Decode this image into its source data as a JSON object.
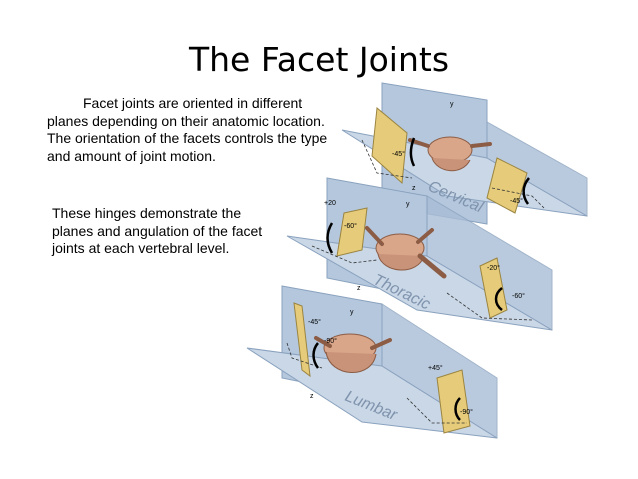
{
  "slide": {
    "title": "The Facet Joints",
    "para1": "Facet joints are oriented in different planes depending on their anatomic location. The orientation of the facets controls the type and amount of joint motion.",
    "para2": "These hinges demonstrate the planes and angulation of the facet joints at each vertebral level."
  },
  "figure": {
    "cervical": {
      "label": "Cervical",
      "angle_left": "-45°",
      "angle_right": "-45°",
      "axis_y": "y",
      "axis_z": "z"
    },
    "thoracic": {
      "label": "Thoracic",
      "angle_top": "+20",
      "angle_a": "-60°",
      "angle_b": "-20°",
      "angle_c": "-60°",
      "axis_y": "y",
      "axis_z": "z"
    },
    "lumbar": {
      "label": "Lumbar",
      "angle_a": "-45°",
      "angle_b": "-90°",
      "angle_c": "+45°",
      "angle_d": "-90°",
      "axis_y": "y",
      "axis_z": "z"
    }
  },
  "colors": {
    "plane": "#b4c7dd",
    "plane_edge": "#8aa2be",
    "facet": "#e6cc7a",
    "bone": "#d9a68a",
    "label": "#7f93ad"
  }
}
